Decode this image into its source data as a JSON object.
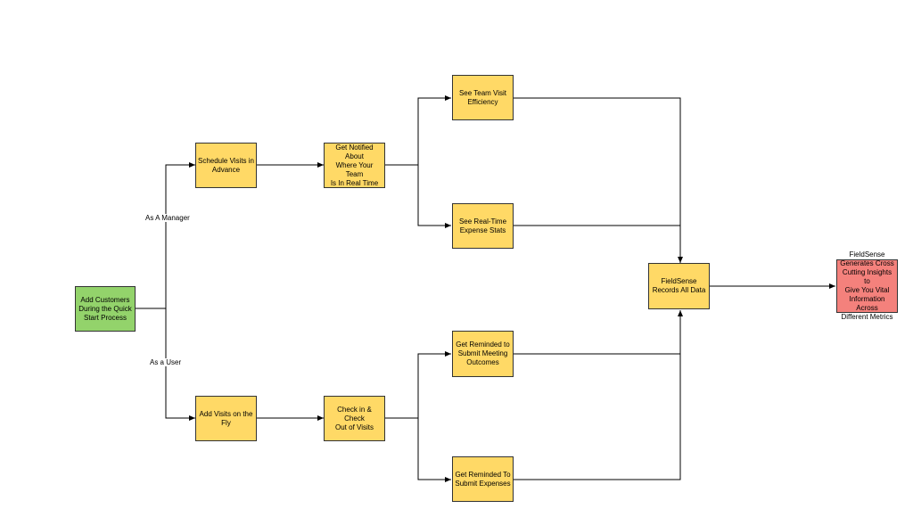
{
  "colors": {
    "start": "#93d36b",
    "process": "#ffd966",
    "result": "#f4817c",
    "line": "#000000"
  },
  "nodes": {
    "start": "Add Customers\nDuring the Quick\nStart Process",
    "schedule_visits": "Schedule Visits in\nAdvance",
    "get_notified": "Get Notified About\nWhere Your Team\nIs In Real Time",
    "team_efficiency": "See Team Visit\nEfficiency",
    "expense_stats": "See Real-Time\nExpense Stats",
    "records_data": "FieldSense\nRecords All Data",
    "insights": "FieldSense\nGenerates Cross\nCutting Insights to\nGive You Vital\nInformation Across\nDifferent Metrics",
    "add_visits": "Add Visits on the\nFly",
    "check_in": "Check in & Check\nOut of Visits",
    "remind_meeting": "Get Reminded to\nSubmit Meeting\nOutcomes",
    "remind_expenses": "Get Reminded To\nSubmit Expenses"
  },
  "edge_labels": {
    "manager": "As A Manager",
    "user": "As  a User"
  }
}
